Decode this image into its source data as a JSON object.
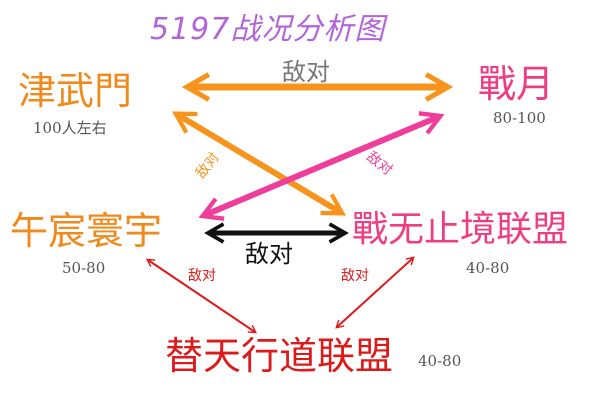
{
  "title": "5197战况分析图",
  "nodes": {
    "jinwumen": {
      "name": "津武門",
      "count": "100人左右",
      "color": "#f08a1c"
    },
    "zhanyue": {
      "name": "戰月",
      "count": "80-100",
      "color": "#ee3d82"
    },
    "wuchen": {
      "name": "午宸寰宇",
      "count": "50-80",
      "color": "#f08a1c"
    },
    "zhanwu": {
      "name": "戰无止境联盟",
      "count": "40-80",
      "color": "#ee3d82"
    },
    "titian": {
      "name": "替天行道联盟",
      "count": "40-80",
      "color": "#dd1a1a"
    }
  },
  "relations": {
    "top": "敌对",
    "middle": "敌对",
    "cross_left": "敌对",
    "cross_right": "敌对",
    "bottom_left": "敌对",
    "bottom_right": "敌对"
  },
  "colors": {
    "title": "#b264d8",
    "orange": "#f7941d",
    "pink": "#ee3d9a",
    "black": "#111111",
    "red": "#dd1a1a"
  }
}
